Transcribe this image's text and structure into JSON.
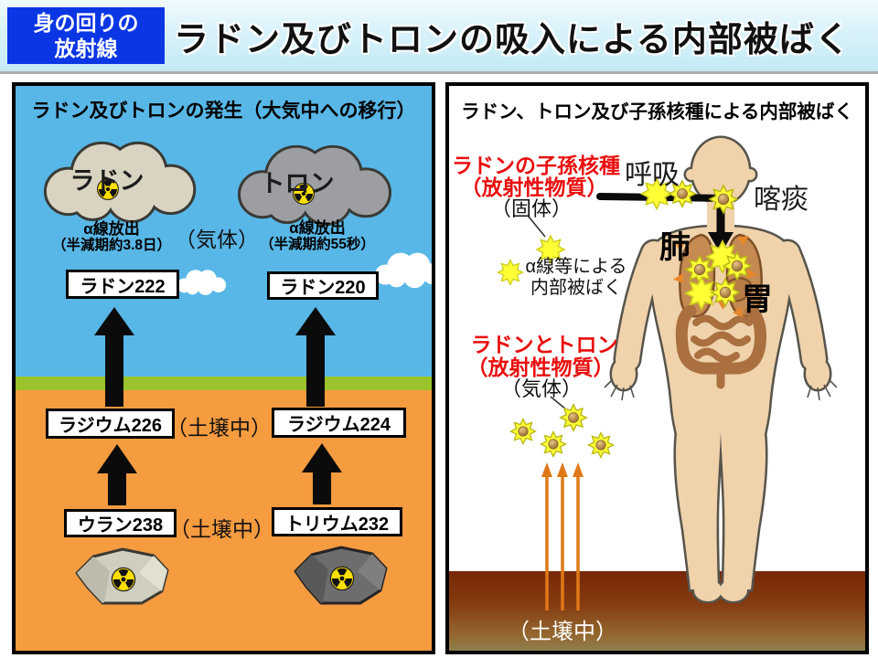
{
  "header": {
    "badge_line1": "身の回りの",
    "badge_line2": "放射線",
    "title": "ラドン及びトロンの吸入による内部被ばく"
  },
  "left_panel": {
    "title": "ラドン及びトロンの発生（大気中への移行）",
    "radon_cloud_label": "ラドン",
    "thoron_cloud_label": "トロン",
    "alpha_emission": "α線放出",
    "radon_half_life": "（半減期約3.8日）",
    "thoron_half_life": "（半減期約55秒）",
    "gas_note": "（気体）",
    "soil_note": "（土壌中）",
    "boxes": {
      "radon222": "ラドン222",
      "radon220": "ラドン220",
      "radium226": "ラジウム226",
      "radium224": "ラジウム224",
      "uranium238": "ウラン238",
      "thorium232": "トリウム232"
    }
  },
  "right_panel": {
    "title": "ラドン、トロン及び子孫核種による内部被ばく",
    "progeny_label_line1": "ラドンの子孫核種",
    "progeny_label_line2": "（放射性物質）",
    "progeny_state": "（固体）",
    "breath_label": "呼吸",
    "sputum_label": "喀痰",
    "lung_label": "肺",
    "stomach_label": "胃",
    "alpha_legend_line1": "α線等による",
    "alpha_legend_line2": "内部被ばく",
    "gas_label_line1": "ラドンとトロン",
    "gas_label_line2": "（放射性物質）",
    "gas_state": "（気体）",
    "soil_note": "（土壌中）"
  },
  "colors": {
    "badge_blue": "#0a36e4",
    "sky": "#58b7e7",
    "grass": "#9ac32c",
    "soil_orange": "#f59b40",
    "cloud_beige": "#d9d3c1",
    "cloud_gray": "#9c9ea1",
    "star_yellow": "#ffff36",
    "warning_red": "#e90f0f",
    "soil_brown": "#7a2a08",
    "radiation_yellow": "#ffdf00",
    "skin": "#f0d2ab"
  }
}
